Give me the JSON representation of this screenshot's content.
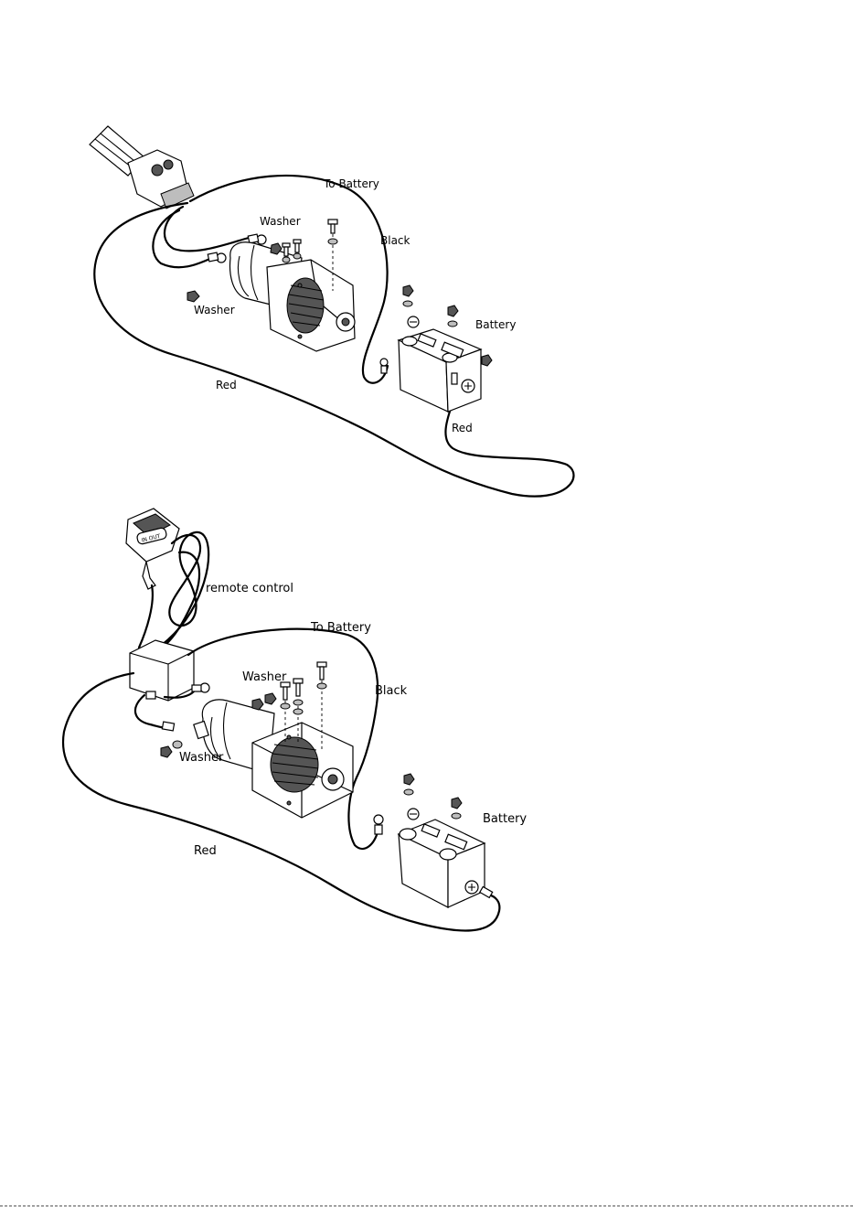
{
  "diagram_top": {
    "labels": {
      "to_battery": "To Battery",
      "washer_1": "Washer",
      "black": "Black",
      "washer_2": "Washer",
      "battery": "Battery",
      "red_1": "Red",
      "red_2": "Red"
    }
  },
  "diagram_bottom": {
    "labels": {
      "remote_control": "remote control",
      "to_battery": "To Battery",
      "washer_1": "Washer",
      "black": "Black",
      "washer_2": "Washer",
      "battery": "Battery",
      "red": "Red"
    },
    "remote_button_text": "IN OUT"
  }
}
